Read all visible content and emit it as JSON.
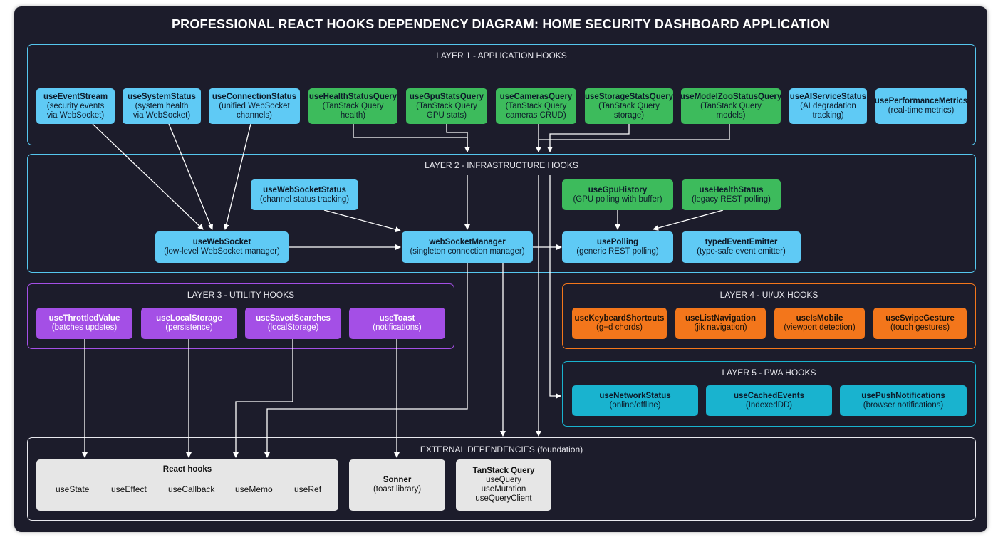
{
  "title": "PROFESSIONAL REACT HOOKS DEPENDENCY DIAGRAM: HOME SECURITY DASHBOARD APPLICATION",
  "layers": {
    "l1": "LAYER 1 - APPLICATION HOOKS",
    "l2": "LAYER 2 - INFRASTRUCTURE HOOKS",
    "l3": "LAYER 3 - UTILITY HOOKS",
    "l4": "LAYER 4 - UI/UX HOOKS",
    "l5": "LAYER 5 - PWA HOOKS",
    "ext": "EXTERNAL DEPENDENCIES (foundation)"
  },
  "colors": {
    "panel": "#1c1c2b",
    "infra_blue": "#5fcaf5",
    "query_green": "#3dbb5c",
    "utility_purple": "#a44fe6",
    "uiux_orange": "#f3761b",
    "pwa_teal": "#19b3cf",
    "external_grey": "#e6e6e6"
  },
  "nodes": {
    "useEventStream": {
      "name": "useEventStream",
      "desc": "(security events\nvia WebSocket)"
    },
    "useSystemStatus": {
      "name": "useSystemStatus",
      "desc": "(system health\nvia WebSocket)"
    },
    "useConnectionStatus": {
      "name": "useConnectionStatus",
      "desc": "(unified WebSocket\nchannels)"
    },
    "useHealthStatusQuery": {
      "name": "useHealthStatusQuery",
      "desc": "(TanStack Query\nhealth)"
    },
    "useGpuStatsQuery": {
      "name": "useGpuStatsQuery",
      "desc": "(TanStack Query\nGPU stats)"
    },
    "useCamerasQuery": {
      "name": "useCamerasQuery",
      "desc": "(TanStack Query\ncameras CRUD)"
    },
    "useStorageStatsQuery": {
      "name": "useStorageStatsQuery",
      "desc": "(TanStack Query\nstorage)"
    },
    "useModelZooStatusQuery": {
      "name": "useModelZooStatusQuery",
      "desc": "(TanStack Query\nmodels)"
    },
    "useAIServiceStatus": {
      "name": "useAIServiceStatus",
      "desc": "(AI degradation\ntracking)"
    },
    "usePerformanceMetrics": {
      "name": "usePerformanceMetrics",
      "desc": "(real-time metrics)"
    },
    "useWebSocketStatus": {
      "name": "useWebSocketStatus",
      "desc": "(channel status tracking)"
    },
    "useGpuHistory": {
      "name": "useGpuHistory",
      "desc": "(GPU polling with buffer)"
    },
    "useHealthStatus": {
      "name": "useHealthStatus",
      "desc": "(legacy REST polling)"
    },
    "useWebSocket": {
      "name": "useWebSocket",
      "desc": "(low-level WebSocket manager)"
    },
    "webSocketManager": {
      "name": "webSocketManager",
      "desc": "(singleton connection manager)"
    },
    "usePolling": {
      "name": "usePolling",
      "desc": "(generic REST polling)"
    },
    "typedEventEmitter": {
      "name": "typedEventEmitter",
      "desc": "(type-safe event emitter)"
    },
    "useThrottledValue": {
      "name": "useThrottledValue",
      "desc": "(batches updstes)"
    },
    "useLocalStorage": {
      "name": "useLocalStorage",
      "desc": "(persistence)"
    },
    "useSavedSearches": {
      "name": "useSavedSearches",
      "desc": "(localStorage)"
    },
    "useToast": {
      "name": "useToast",
      "desc": "(notifications)"
    },
    "useKeybeardShortcuts": {
      "name": "useKeybeardShortcuts",
      "desc": "(g+d chords)"
    },
    "useListNavigation": {
      "name": "useListNavigation",
      "desc": "(jik navigation)"
    },
    "useIsMobile": {
      "name": "useIsMobile",
      "desc": "(viewport detection)"
    },
    "useSwipeGesture": {
      "name": "useSwipeGesture",
      "desc": "(touch gestures)"
    },
    "useNetworkStatus": {
      "name": "useNetworkStatus",
      "desc": "(online/offline)"
    },
    "useCachedEvents": {
      "name": "useCachedEvents",
      "desc": "(IndexedDD)"
    },
    "usePushNotifications": {
      "name": "usePushNotifications",
      "desc": "(browser notifications)"
    },
    "sonner": {
      "name": "Sonner",
      "desc": "(toast library)"
    },
    "tanstack": {
      "name": "TanStack Query",
      "desc": "useQuery\nuseMutation\nuseQueryClient"
    }
  },
  "react_hooks": {
    "title": "React hooks",
    "items": [
      "useState",
      "useEffect",
      "useCallback",
      "useMemo",
      "useRef"
    ]
  }
}
